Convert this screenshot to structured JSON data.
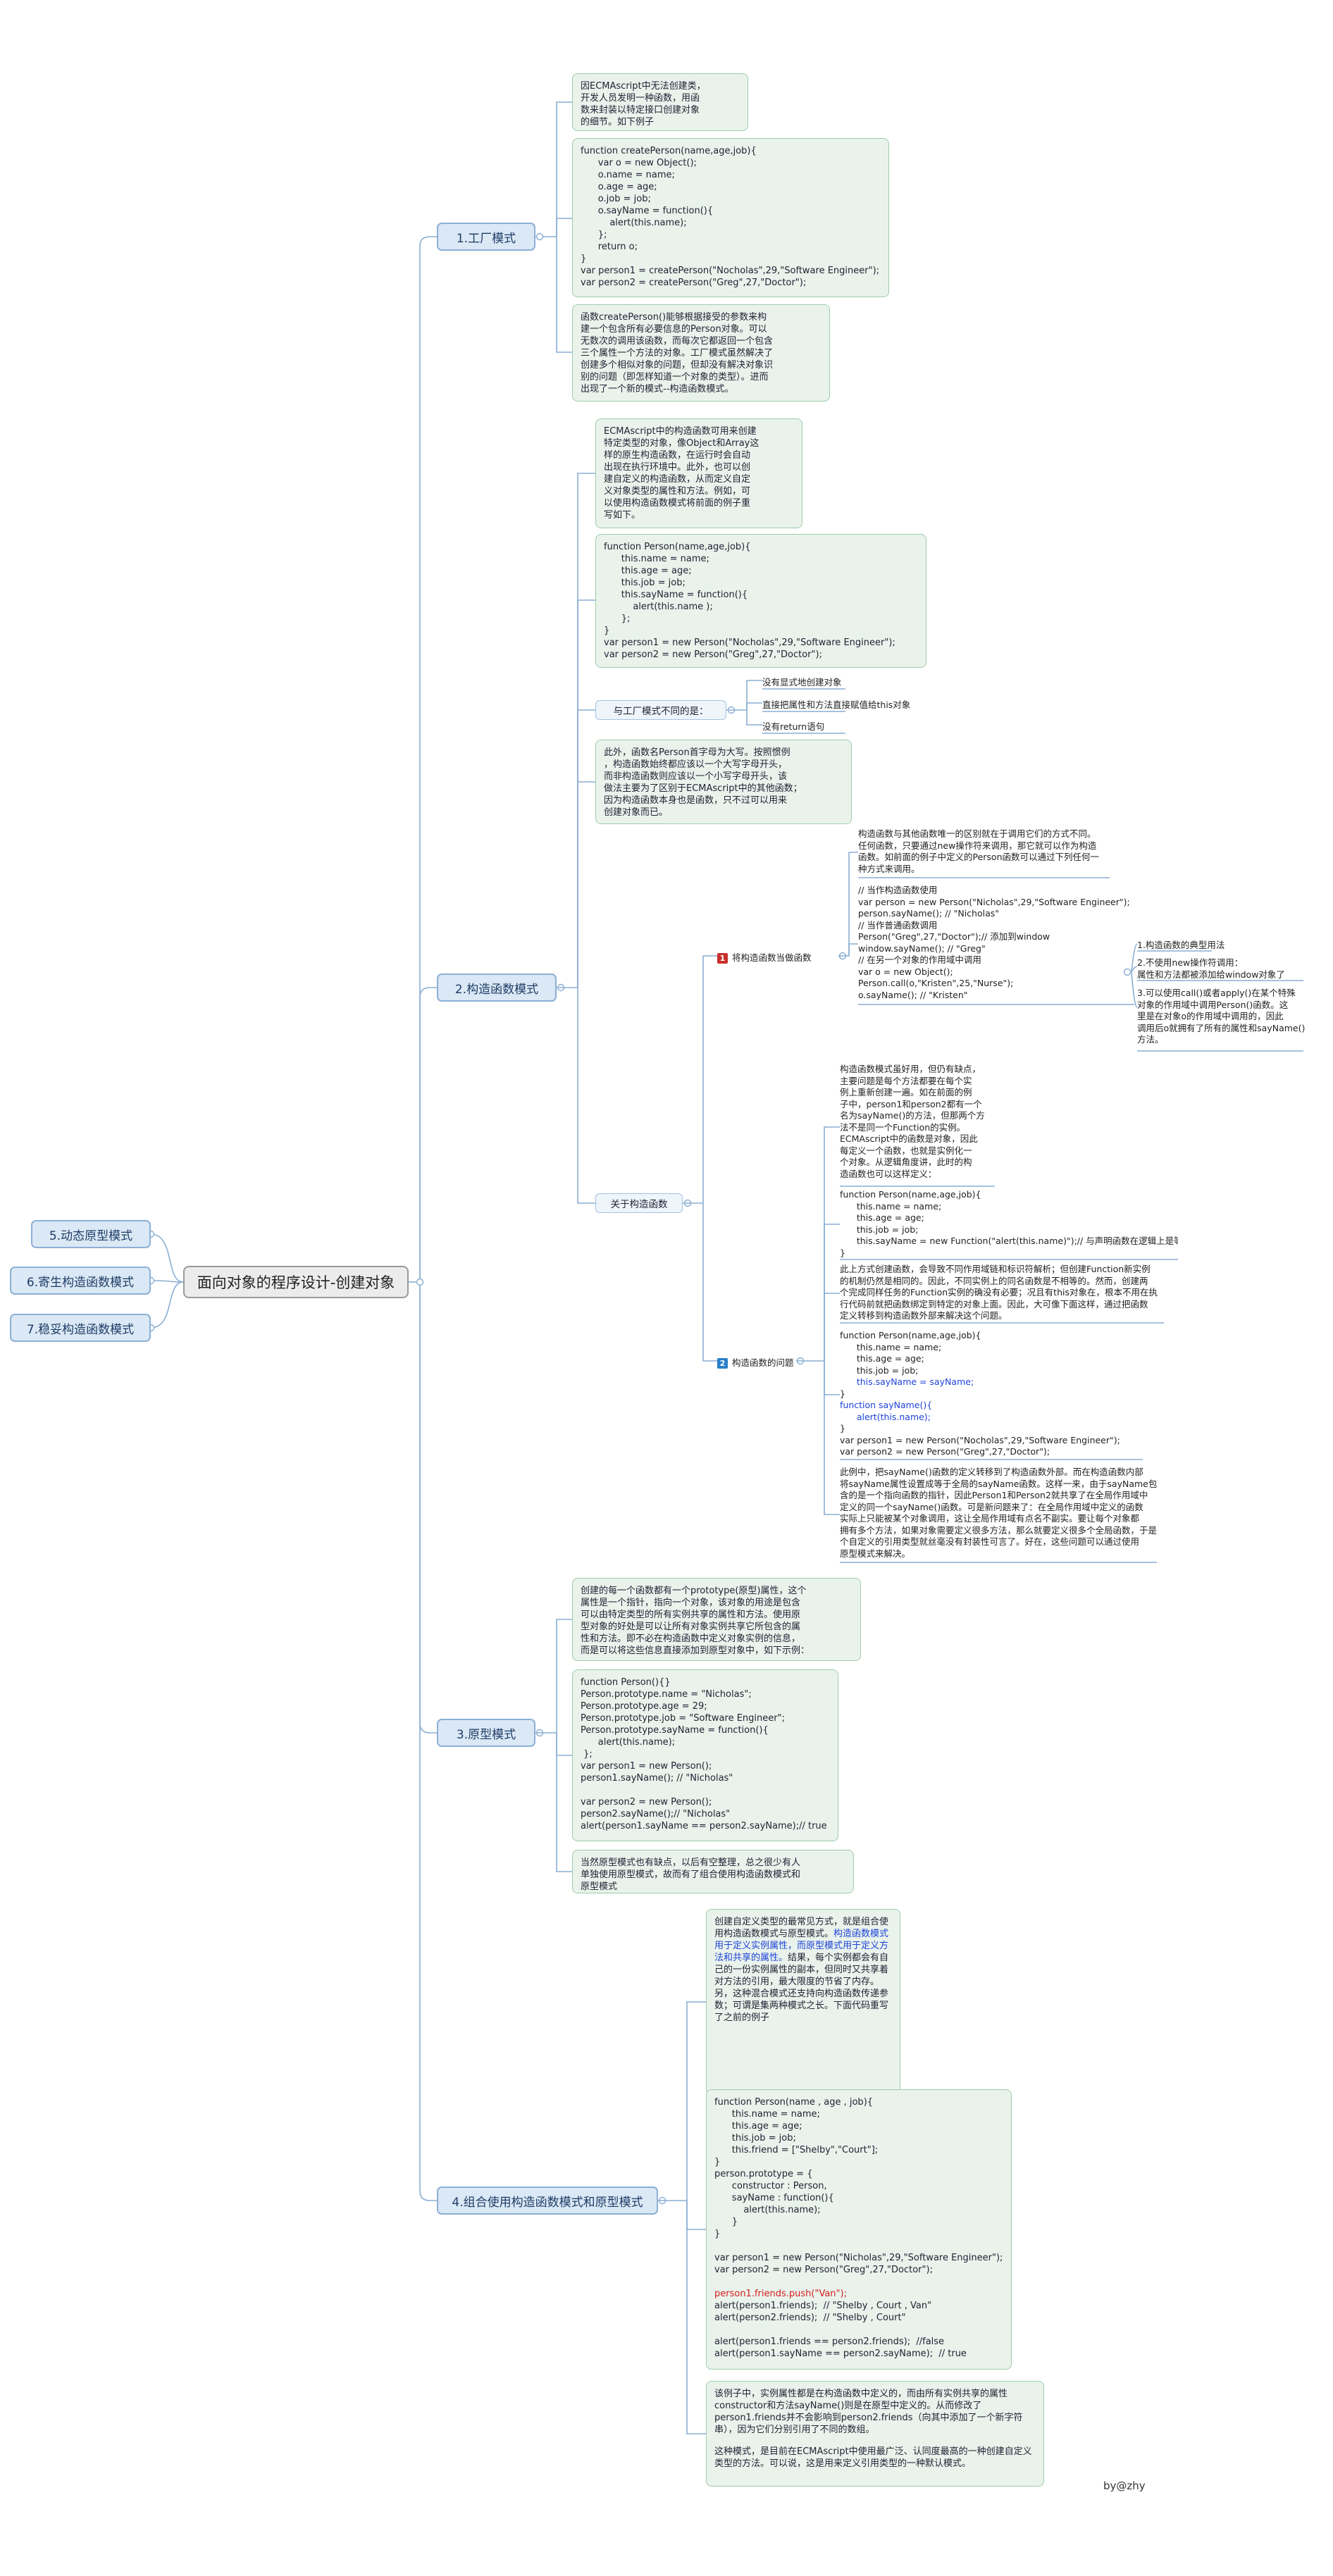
{
  "central": "面向对象的程序设计-创建对象",
  "left_topics": [
    "5.动态原型模式",
    "6.寄生构造函数模式",
    "7.稳妥构造函数模式"
  ],
  "factory": {
    "label": "1.工厂模式",
    "intro": [
      "因ECMAscript中无法创建类，",
      "开发人员发明一种函数，用函",
      "数来封装以特定接口创建对象",
      "的细节。如下例子"
    ],
    "code": [
      "function createPerson(name,age,job){",
      "      var o = new Object();",
      "      o.name = name;",
      "      o.age = age;",
      "      o.job = job;",
      "      o.sayName = function(){",
      "          alert(this.name);",
      "      };",
      "      return o;",
      "}",
      "var person1 = createPerson(\"Nocholas\",29,\"Software Engineer\");",
      "var person2 = createPerson(\"Greg\",27,\"Doctor\");"
    ],
    "note": [
      "函数createPerson()能够根据接受的参数来构",
      "建一个包含所有必要信息的Person对象。可以",
      "无数次的调用该函数，而每次它都返回一个包含",
      "三个属性一个方法的对象。工厂模式虽然解决了",
      "创建多个相似对象的问题，但却没有解决对象识",
      "别的问题（即怎样知道一个对象的类型）。进而",
      "出现了一个新的模式--构造函数模式。"
    ]
  },
  "constructor": {
    "label": "2.构造函数模式",
    "intro": [
      "ECMAscript中的构造函数可用来创建",
      "特定类型的对象，像Object和Array这",
      "样的原生构造函数，在运行时会自动",
      "出现在执行环境中。此外，也可以创",
      "建自定义的构造函数，从而定义自定",
      "义对象类型的属性和方法。例如，可",
      "以使用构造函数模式将前面的例子重",
      "写如下。"
    ],
    "code": [
      "function Person(name,age,job){",
      "      this.name = name;",
      "      this.age = age;",
      "      this.job = job;",
      "      this.sayName = function(){",
      "          alert(this.name );",
      "      };",
      "}",
      "var person1 = new Person(\"Nocholas\",29,\"Software Engineer\");",
      "var person2 = new Person(\"Greg\",27,\"Doctor\");"
    ],
    "diff_label": "与工厂模式不同的是：",
    "diffs": [
      "没有显式地创建对象",
      "直接把属性和方法直接赋值给this对象",
      "没有return语句"
    ],
    "naming_note": [
      "此外，函数名Person首字母为大写。按照惯例",
      "，构造函数始终都应该以一个大写字母开头，",
      "而非构造函数则应该以一个小写字母开头，该",
      "做法主要为了区别于ECMAscript中的其他函数；",
      "因为构造函数本身也是函数，只不过可以用来",
      "创建对象而已。"
    ],
    "about_label": "关于构造函数",
    "as_function": {
      "label": "将构造函数当做函数",
      "badge": "1",
      "desc": [
        "构造函数与其他函数唯一的区别就在于调用它们的方式不同。",
        "任何函数，只要通过new操作符来调用，那它就可以作为构造",
        "函数。如前面的例子中定义的Person函数可以通过下列任何一",
        "种方式来调用。"
      ],
      "code": [
        "// 当作构造函数使用",
        "var person = new Person(\"Nicholas\",29,\"Software Engineer\");",
        "person.sayName(); // \"Nicholas\"",
        "// 当作普通函数调用",
        "Person(\"Greg\",27,\"Doctor\");// 添加到window",
        "window.sayName(); // \"Greg\"",
        "// 在另一个对象的作用域中调用",
        "var o = new Object();",
        "Person.call(o,\"Kristen\",25,\"Nurse\");",
        "o.sayName(); // \"Kristen\""
      ],
      "points": [
        "1.构造函数的典型用法",
        "2.不使用new操作符调用：\n属性和方法都被添加给window对象了",
        "3.可以使用call()或者apply()在某个特殊\n对象的作用域中调用Person()函数。这\n里是在对象o的作用域中调用的，因此\n调用后o就拥有了所有的属性和sayName()\n方法。"
      ]
    },
    "problems": {
      "label": "构造函数的问题",
      "badge": "2",
      "desc": [
        "构造函数模式虽好用，但仍有缺点，",
        "主要问题是每个方法都要在每个实",
        "例上重新创建一遍。如在前面的例",
        "子中，person1和person2都有一个",
        "名为sayName()的方法，但那两个方",
        "法不是同一个Function的实例。",
        "ECMAscript中的函数是对象，因此",
        "每定义一个函数，也就是实例化一",
        "个对象。从逻辑角度讲，此时的构",
        "造函数也可以这样定义："
      ],
      "code1": [
        "function Person(name,age,job){",
        "      this.name = name;",
        "      this.age = age;",
        "      this.job = job;",
        "      this.sayName = new Function(\"alert(this.name)\");// 与声明函数在逻辑上是等价的",
        "}"
      ],
      "note1": [
        "此上方式创建函数，会导致不同作用域链和标识符解析；但创建Function新实例",
        "的机制仍然是相同的。因此，不同实例上的同名函数是不相等的。然而，创建两",
        "个完成同样任务的Function实例的确没有必要；况且有this对象在，根本不用在执",
        "行代码前就把函数绑定到特定的对象上面。因此，大可像下面这样，通过把函数",
        "定义转移到构造函数外部来解决这个问题。"
      ],
      "code2": [
        "function Person(name,age,job){",
        "      this.name = name;",
        "      this.age = age;",
        "      this.job = job;",
        "      this.sayName = sayName;",
        "}",
        "function sayName(){",
        "      alert(this.name);",
        "}",
        "var person1 = new Person(\"Nocholas\",29,\"Software Engineer\");",
        "var person2 = new Person(\"Greg\",27,\"Doctor\");"
      ],
      "note2": [
        "此例中，把sayName()函数的定义转移到了构造函数外部。而在构造函数内部",
        "将sayName属性设置成等于全局的sayName函数。这样一来，由于sayName包",
        "含的是一个指向函数的指针，因此Person1和Person2就共享了在全局作用域中",
        "定义的同一个sayName()函数。可是新问题来了：在全局作用域中定义的函数",
        "实际上只能被某个对象调用，这让全局作用域有点名不副实。要让每个对象都",
        "拥有多个方法，如果对象需要定义很多方法，那么就要定义很多个全局函数，于是这",
        "个自定义的引用类型就丝毫没有封装性可言了。好在，这些问题可以通过使用",
        "原型模式来解决。"
      ]
    }
  },
  "prototype": {
    "label": "3.原型模式",
    "intro": [
      "创建的每一个函数都有一个prototype(原型)属性，这个",
      "属性是一个指针，指向一个对象，该对象的用途是包含",
      "可以由特定类型的所有实例共享的属性和方法。使用原",
      "型对象的好处是可以让所有对象实例共享它所包含的属",
      "性和方法。即不必在构造函数中定义对象实例的信息，",
      "而是可以将这些信息直接添加到原型对象中，如下示例："
    ],
    "code": [
      "function Person(){}",
      "Person.prototype.name = \"Nicholas\";",
      "Person.prototype.age = 29;",
      "Person.prototype.job = \"Software Engineer\";",
      "Person.prototype.sayName = function(){",
      "      alert(this.name);",
      " };",
      "var person1 = new Person();",
      "person1.sayName(); // \"Nicholas\"",
      "",
      "var person2 = new Person();",
      "person2.sayName();// \"Nicholas\"",
      "alert(person1.sayName == person2.sayName);// true"
    ],
    "note": [
      "当然原型模式也有缺点，以后有空整理，总之很少有人",
      "单独使用原型模式，故而有了组合使用构造函数模式和",
      "原型模式"
    ]
  },
  "combo": {
    "label": "4.组合使用构造函数模式和原型模式",
    "intro_a": "创建自定义类型的最常见方式，就是组合使用构造函数模式与原型模式。",
    "intro_b": "构造函数模式用于定义实例属性，而原型模式用于定义方法和共享的属性。",
    "intro_c": "结果，每个实例都会有自己的一份实例属性的副本，但同时又共享着对方法的引用，最大限度的节省了内存。另，这种混合模式还支持向构造函数传递参数；可谓是集两种模式之长。下面代码重写了之前的例子",
    "code": [
      "function Person(name , age , job){",
      "      this.name = name;",
      "      this.age = age;",
      "      this.job = job;",
      "      this.friend = [\"Shelby\",\"Court\"];",
      "}",
      "person.prototype = {",
      "      constructor : Person,",
      "      sayName : function(){",
      "          alert(this.name);",
      "      }",
      "}",
      "",
      "var person1 = new Person(\"Nicholas\",29,\"Software Engineer\");",
      "var person2 = new Person(\"Greg\",27,\"Doctor\");",
      "",
      "person1.friends.push(\"Van\");",
      "alert(person1.friends);  // \"Shelby , Court , Van\"",
      "alert(person2.friends);  // \"Shelby , Court\"",
      "",
      "alert(person1.friends == person2.friends);  //false",
      "alert(person1.sayName == person2.sayName);  // true"
    ],
    "note1": "该例子中，实例属性都是在构造函数中定义的，而由所有实例共享的属性constructor和方法sayName()则是在原型中定义的。从而修改了person1.friends并不会影响到person2.friends（向其中添加了一个新字符串），因为它们分别引用了不同的数组。",
    "note2": "这种模式，是目前在ECMAscript中使用最广泛、认同度最高的一种创建自定义类型的方法。可以说，这是用来定义引用类型的一种默认模式。"
  },
  "author": "by@zhy"
}
